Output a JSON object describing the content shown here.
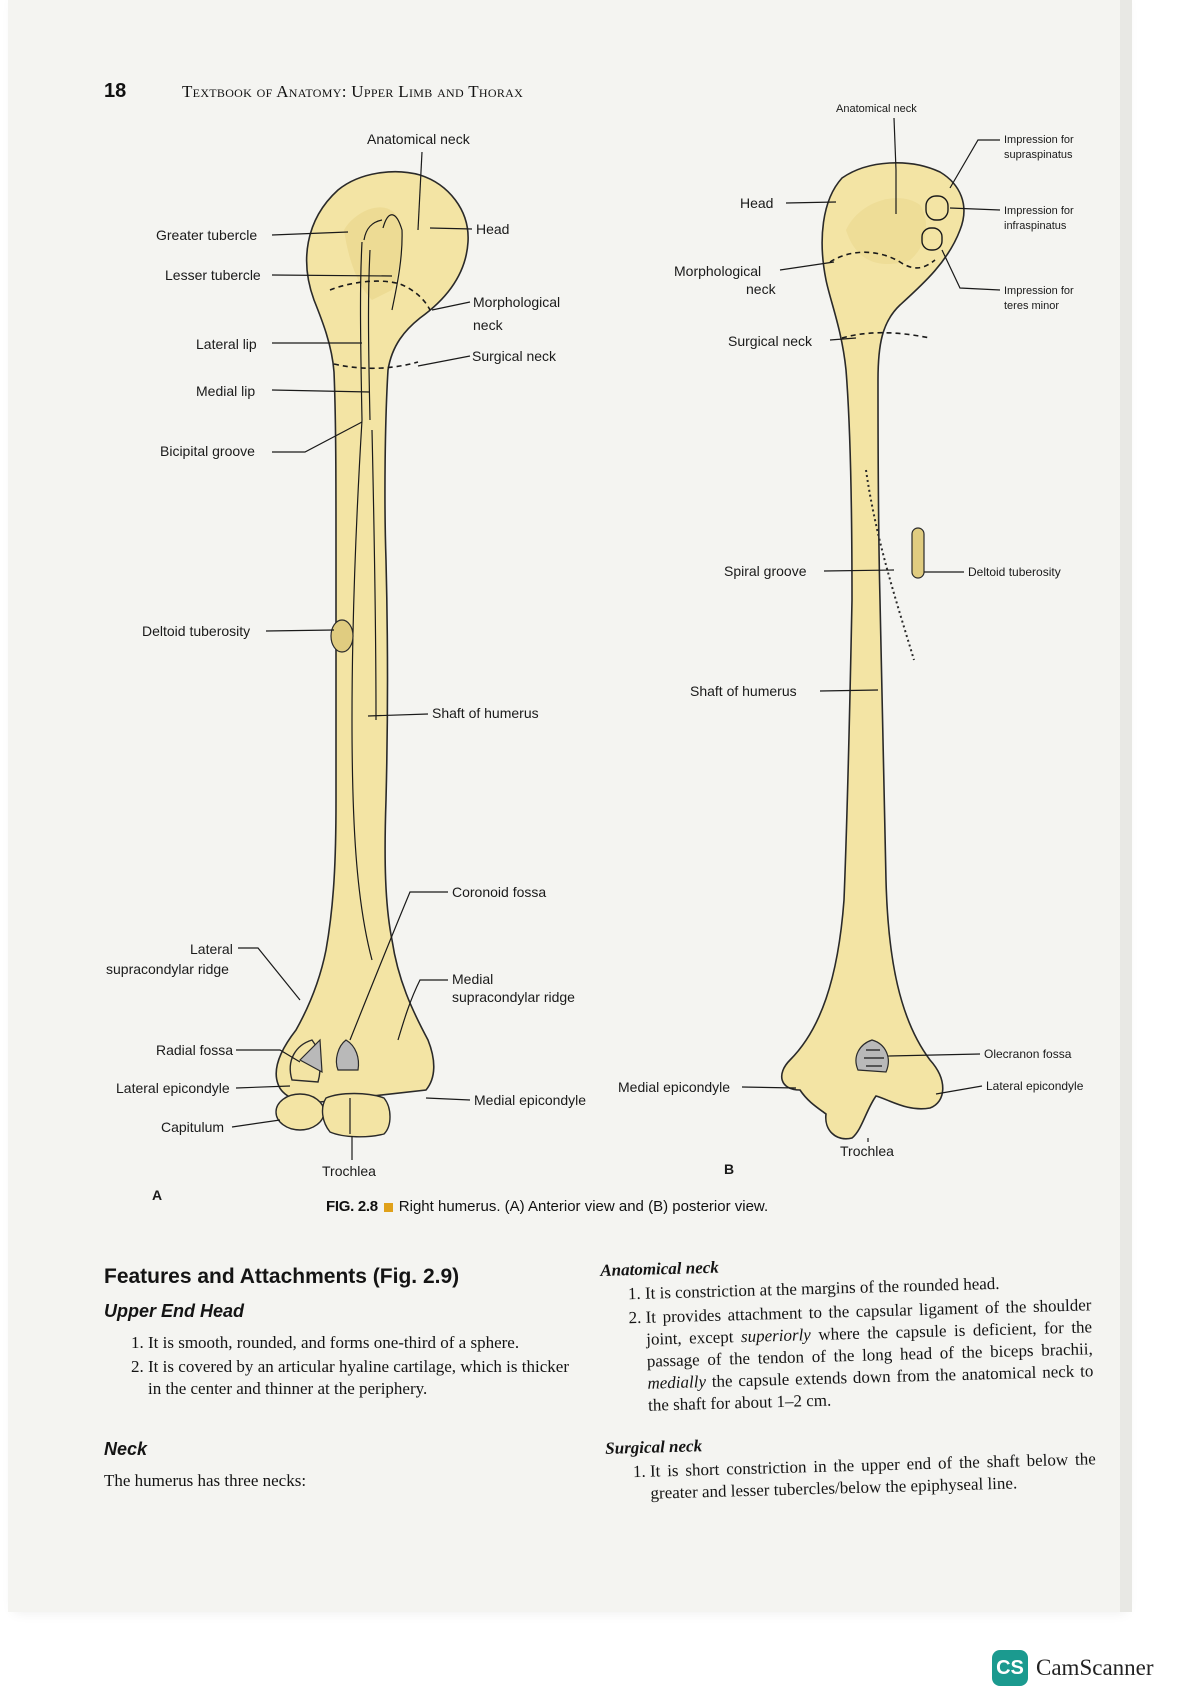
{
  "header": {
    "page_number": "18",
    "book_title": "Textbook of Anatomy: Upper Limb and Thorax"
  },
  "figure": {
    "anterior": {
      "view_letter": "A",
      "labels": {
        "anatomical_neck": "Anatomical neck",
        "greater_tubercle": "Greater tubercle",
        "head": "Head",
        "lesser_tubercle": "Lesser tubercle",
        "morphological_neck_1": "Morphological",
        "morphological_neck_2": "neck",
        "lateral_lip": "Lateral lip",
        "surgical_neck": "Surgical neck",
        "medial_lip": "Medial lip",
        "bicipital_groove": "Bicipital groove",
        "deltoid_tuberosity": "Deltoid tuberosity",
        "shaft_of_humerus": "Shaft of humerus",
        "coronoid_fossa": "Coronoid fossa",
        "lateral_supracondylar_1": "Lateral",
        "lateral_supracondylar_2": "supracondylar ridge",
        "medial_supracondylar_1": "Medial",
        "medial_supracondylar_2": "supracondylar ridge",
        "radial_fossa": "Radial fossa",
        "lateral_epicondyle": "Lateral epicondyle",
        "medial_epicondyle": "Medial epicondyle",
        "capitulum": "Capitulum",
        "trochlea": "Trochlea"
      }
    },
    "posterior": {
      "view_letter": "B",
      "labels": {
        "anatomical_neck": "Anatomical neck",
        "impression_supraspinatus_1": "Impression for",
        "impression_supraspinatus_2": "supraspinatus",
        "head": "Head",
        "impression_infraspinatus_1": "Impression for",
        "impression_infraspinatus_2": "infraspinatus",
        "morphological_neck_1": "Morphological",
        "morphological_neck_2": "neck",
        "impression_teres_1": "Impression for",
        "impression_teres_2": "teres minor",
        "surgical_neck": "Surgical neck",
        "spiral_groove": "Spiral groove",
        "deltoid_tuberosity": "Deltoid tuberosity",
        "shaft_of_humerus": "Shaft of humerus",
        "olecranon_fossa": "Olecranon fossa",
        "medial_epicondyle": "Medial epicondyle",
        "lateral_epicondyle": "Lateral epicondyle",
        "trochlea": "Trochlea"
      }
    },
    "caption": {
      "number": "FIG. 2.8",
      "text": "Right humerus. (A) Anterior view and (B) posterior view."
    }
  },
  "text": {
    "section_title": "Features and Attachments (Fig. 2.9)",
    "upper_end_head": {
      "title": "Upper End Head",
      "items": [
        "It is smooth, rounded, and forms one-third of a sphere.",
        "It is covered by an articular hyaline cartilage, which is thicker in the center and thinner at the periphery."
      ]
    },
    "neck": {
      "title": "Neck",
      "intro": "The humerus has three necks:"
    },
    "anatomical_neck": {
      "title": "Anatomical neck",
      "item1": "It is constriction at the margins of the rounded head.",
      "item2_a": "It provides attachment to the capsular ligament of the shoulder joint, except ",
      "item2_em1": "superiorly",
      "item2_b": " where the capsule is deficient, for the passage of the tendon of the long head of the biceps brachii, ",
      "item2_em2": "medially",
      "item2_c": " the capsule extends down from the anatomical neck to the shaft for about 1–2 cm."
    },
    "surgical_neck": {
      "title": "Surgical neck",
      "item1": "It is short constriction in the upper end of the shaft below the greater and lesser tubercles/below the epiphyseal line."
    }
  },
  "watermark": {
    "badge": "CS",
    "name": "CamScanner"
  }
}
